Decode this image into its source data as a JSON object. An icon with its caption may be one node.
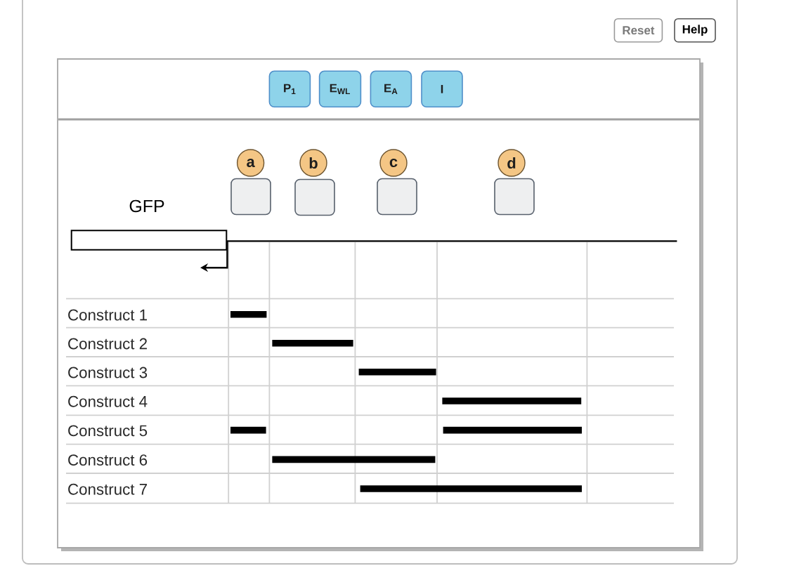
{
  "diagram": {
    "nodes": [
      {
        "text": [
          "Reset"
        ]
      },
      {
        "text": [
          "Help"
        ]
      },
      {
        "text": [
          "P$_{1}$"
        ]
      },
      {
        "text": [
          "E$_{WL}$"
        ]
      },
      {
        "text": [
          "E$_{A}$"
        ]
      },
      {
        "text": [
          "I"
        ]
      },
      {
        "text": [
          "a"
        ]
      },
      {
        "text": [
          "b"
        ]
      },
      {
        "text": [
          "c"
        ]
      },
      {
        "text": [
          "d"
        ]
      },
      {
        "text": [],
        "shape": "box"
      },
      {
        "text": [],
        "shape": "box"
      },
      {
        "text": [],
        "shape": "box"
      },
      {
        "text": [],
        "shape": "box"
      },
      {
        "text": [
          "GFP"
        ]
      }
    ],
    "labels": [
      "Construct 1",
      "Construct 2",
      "Construct 3",
      "Construct 4",
      "Construct 5",
      "Construct 6",
      "Construct 7"
    ]
  }
}
